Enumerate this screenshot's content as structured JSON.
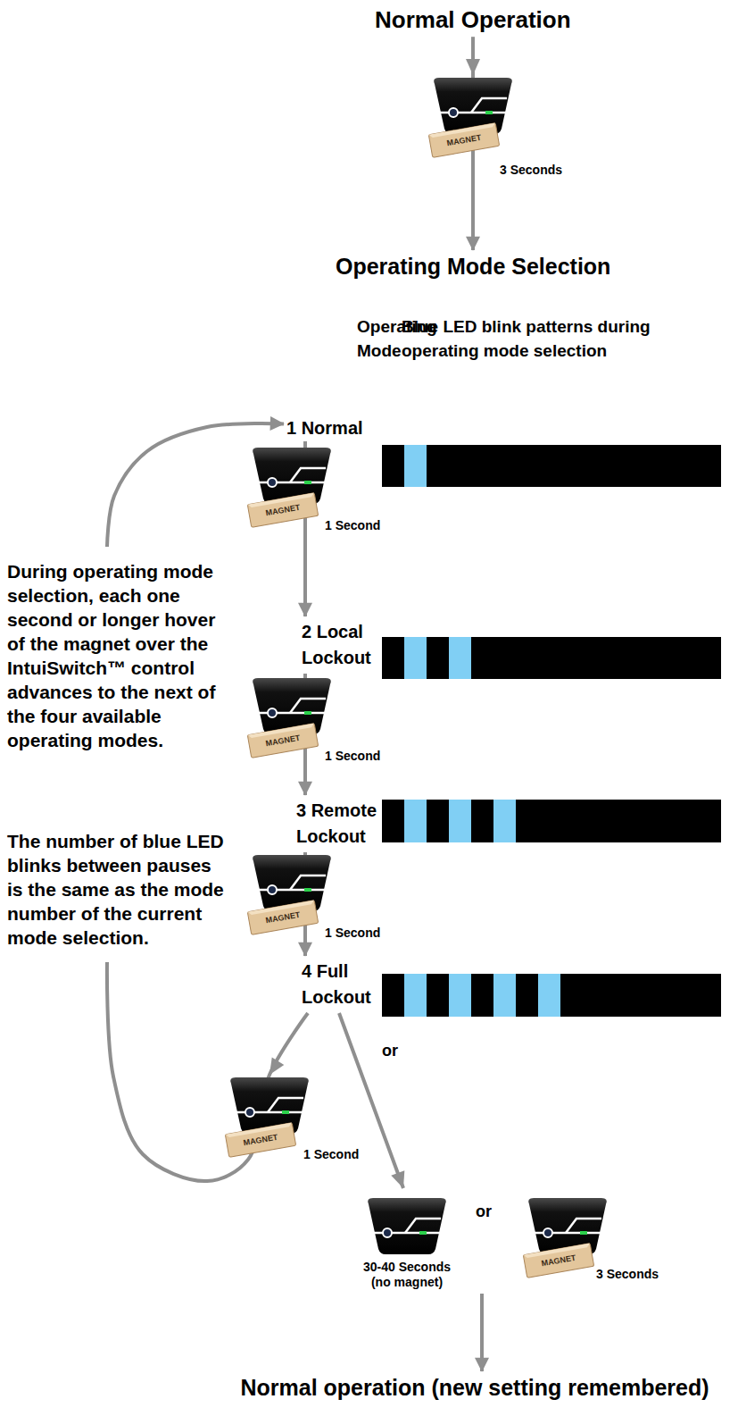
{
  "diagram": {
    "nodes": [
      {
        "text": [
          "Normal Operation"
        ]
      },
      {
        "text": [
          "Operating Mode Selection"
        ]
      },
      {
        "text": [
          "1 Normal"
        ]
      },
      {
        "text": [
          "2 Local Lockout"
        ]
      },
      {
        "text": [
          "3 Remote Lockout"
        ]
      },
      {
        "text": [
          "4 Full Lockout"
        ]
      },
      {
        "text": [
          "Normal operation (new setting remembered)"
        ]
      }
    ],
    "edges": [
      {
        "from": 0,
        "to": 1,
        "arrow": "to"
      },
      {
        "from": 2,
        "to": 3,
        "arrow": "to"
      },
      {
        "from": 3,
        "to": 4,
        "arrow": "to"
      },
      {
        "from": 4,
        "to": 5,
        "arrow": "to"
      },
      {
        "from": 5,
        "to": 2,
        "arrow": "to"
      },
      {
        "from": 5,
        "to": 6,
        "arrow": "to"
      }
    ],
    "labels": [
      "Operating Mode",
      "Blue LED blink patterns during operating mode selection",
      "MAGNET",
      "3 Seconds",
      "During operating mode selection, each one second or longer hover of the magnet over the IntuiSwitch™ control advances to the next of the four available operating modes.",
      "The number of blue LED blinks between pauses is the same as the mode number of the current mode selection.",
      "MAGNET",
      "1 Second",
      "MAGNET",
      "1 Second",
      "MAGNET",
      "1 Second",
      "or",
      "MAGNET",
      "1 Second",
      "30-40 Seconds (no magnet)",
      "or",
      "MAGNET",
      "3 Seconds"
    ]
  }
}
